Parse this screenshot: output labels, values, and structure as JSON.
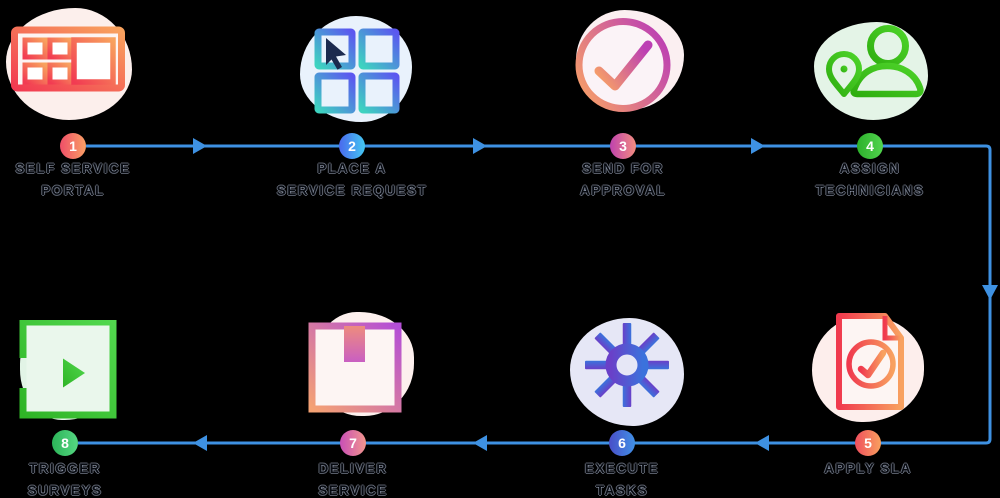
{
  "canvas": {
    "background": "#000000"
  },
  "connector": {
    "color": "#3e91e2",
    "top_row_direction": "left-to-right",
    "bottom_row_direction": "right-to-left"
  },
  "steps": [
    {
      "number": "1",
      "lines": [
        "SELF SERVICE",
        "PORTAL"
      ],
      "icon": "self-service-portal-icon",
      "badge_gradient": [
        "#ef4e68",
        "#f9a066"
      ]
    },
    {
      "number": "2",
      "lines": [
        "PLACE A",
        "SERVICE REQUEST"
      ],
      "icon": "place-service-request-icon",
      "badge_gradient": [
        "#4a68ee",
        "#44c8f2"
      ]
    },
    {
      "number": "3",
      "lines": [
        "SEND FOR",
        "APPROVAL"
      ],
      "icon": "send-for-approval-icon",
      "badge_gradient": [
        "#bf42ae",
        "#f28d80"
      ]
    },
    {
      "number": "4",
      "lines": [
        "ASSIGN",
        "TECHNICIANS"
      ],
      "icon": "assign-technicians-icon",
      "badge_gradient": [
        "#2cb12c",
        "#52d44e"
      ]
    },
    {
      "number": "5",
      "lines": [
        "APPLY SLA"
      ],
      "icon": "apply-sla-document-icon",
      "badge_gradient": [
        "#ef4e5e",
        "#f9a05e"
      ]
    },
    {
      "number": "6",
      "lines": [
        "EXECUTE",
        "TASKS"
      ],
      "icon": "execute-tasks-gear-icon",
      "badge_gradient": [
        "#4a4ec8",
        "#4090e6"
      ]
    },
    {
      "number": "7",
      "lines": [
        "DELIVER",
        "SERVICE"
      ],
      "icon": "deliver-service-box-icon",
      "badge_gradient": [
        "#c84fb6",
        "#f2968e"
      ]
    },
    {
      "number": "8",
      "lines": [
        "TRIGGER",
        "SURVEYS"
      ],
      "icon": "trigger-surveys-enter-icon",
      "badge_gradient": [
        "#2cb458",
        "#55d682"
      ]
    }
  ]
}
